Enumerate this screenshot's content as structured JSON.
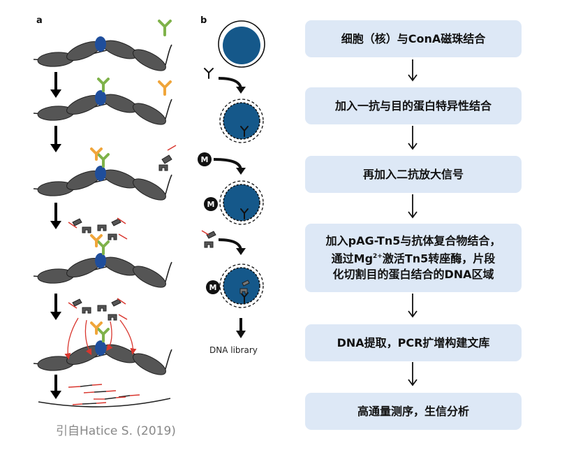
{
  "panels": {
    "a": "a",
    "b": "b"
  },
  "credit": "引自Hatice S. (2019)",
  "library_label": "DNA library",
  "steps": [
    {
      "text": "细胞（核）与ConA磁珠结合"
    },
    {
      "text": "加入一抗与目的蛋白特异性结合"
    },
    {
      "text": "再加入二抗放大信号"
    },
    {
      "text_html": "加入pAG-Tn5与抗体复合物结合，<br>通过Mg<sup>2+</sup>激活Tn5转座酶，片段<br>化切割目的蛋白结合的DNA区域",
      "text": "加入pAG-Tn5与抗体复合物结合，通过Mg2+激活Tn5转座酶，片段化切割目的蛋白结合的DNA区域"
    },
    {
      "text": "DNA提取，PCR扩增构建文库"
    },
    {
      "text": "高通量测序，生信分析"
    }
  ],
  "magnesium_label": "M",
  "colors": {
    "nucleosome": "#555555",
    "protein": "#1f4e9c",
    "primary_ab": "#7fb24a",
    "secondary_ab": "#f0a53a",
    "tn5": "#555555",
    "cut_dna": "#d9362e",
    "nucleus_fill": "#15588a",
    "box": "#dde8f6"
  }
}
